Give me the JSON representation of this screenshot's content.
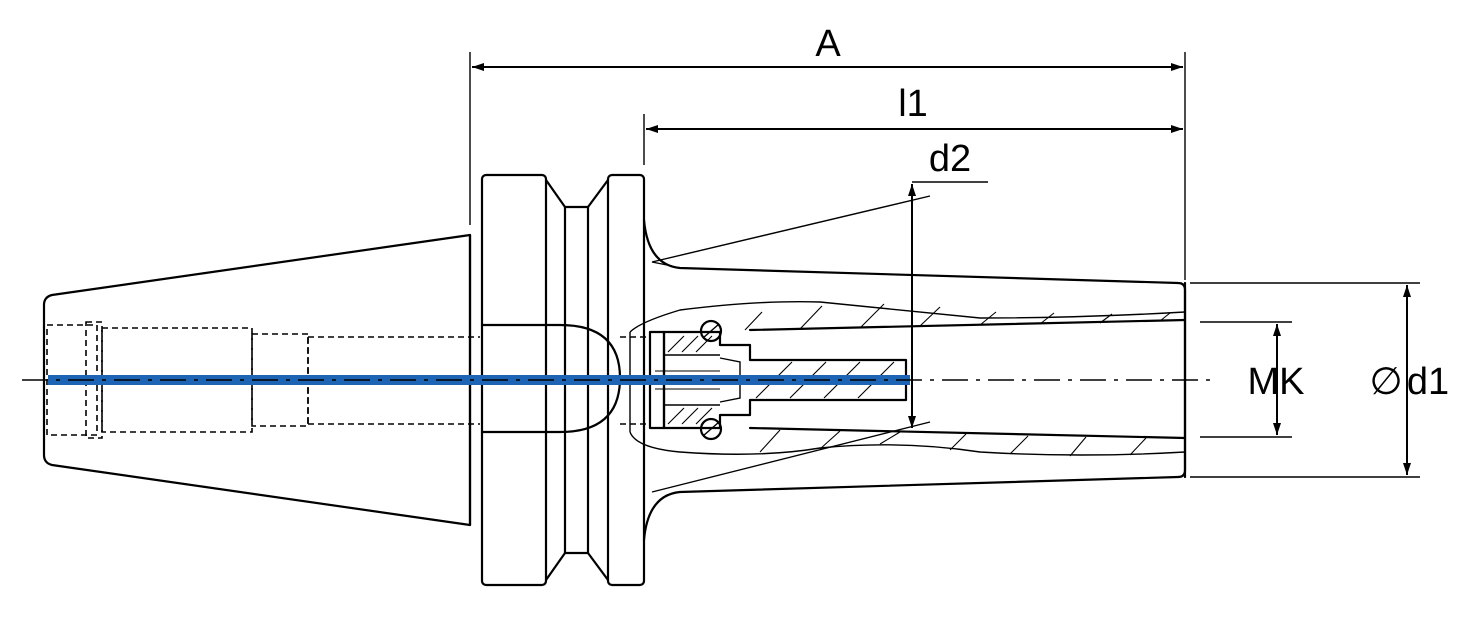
{
  "labels": {
    "overall_length": "A",
    "length_l1": "l1",
    "diameter_d2": "d2",
    "morse_taper": "MK",
    "diameter_symbol": "∅",
    "diameter_d1": "d1"
  },
  "colors": {
    "coolant_channel": "#1e64b4",
    "line": "#000000"
  }
}
